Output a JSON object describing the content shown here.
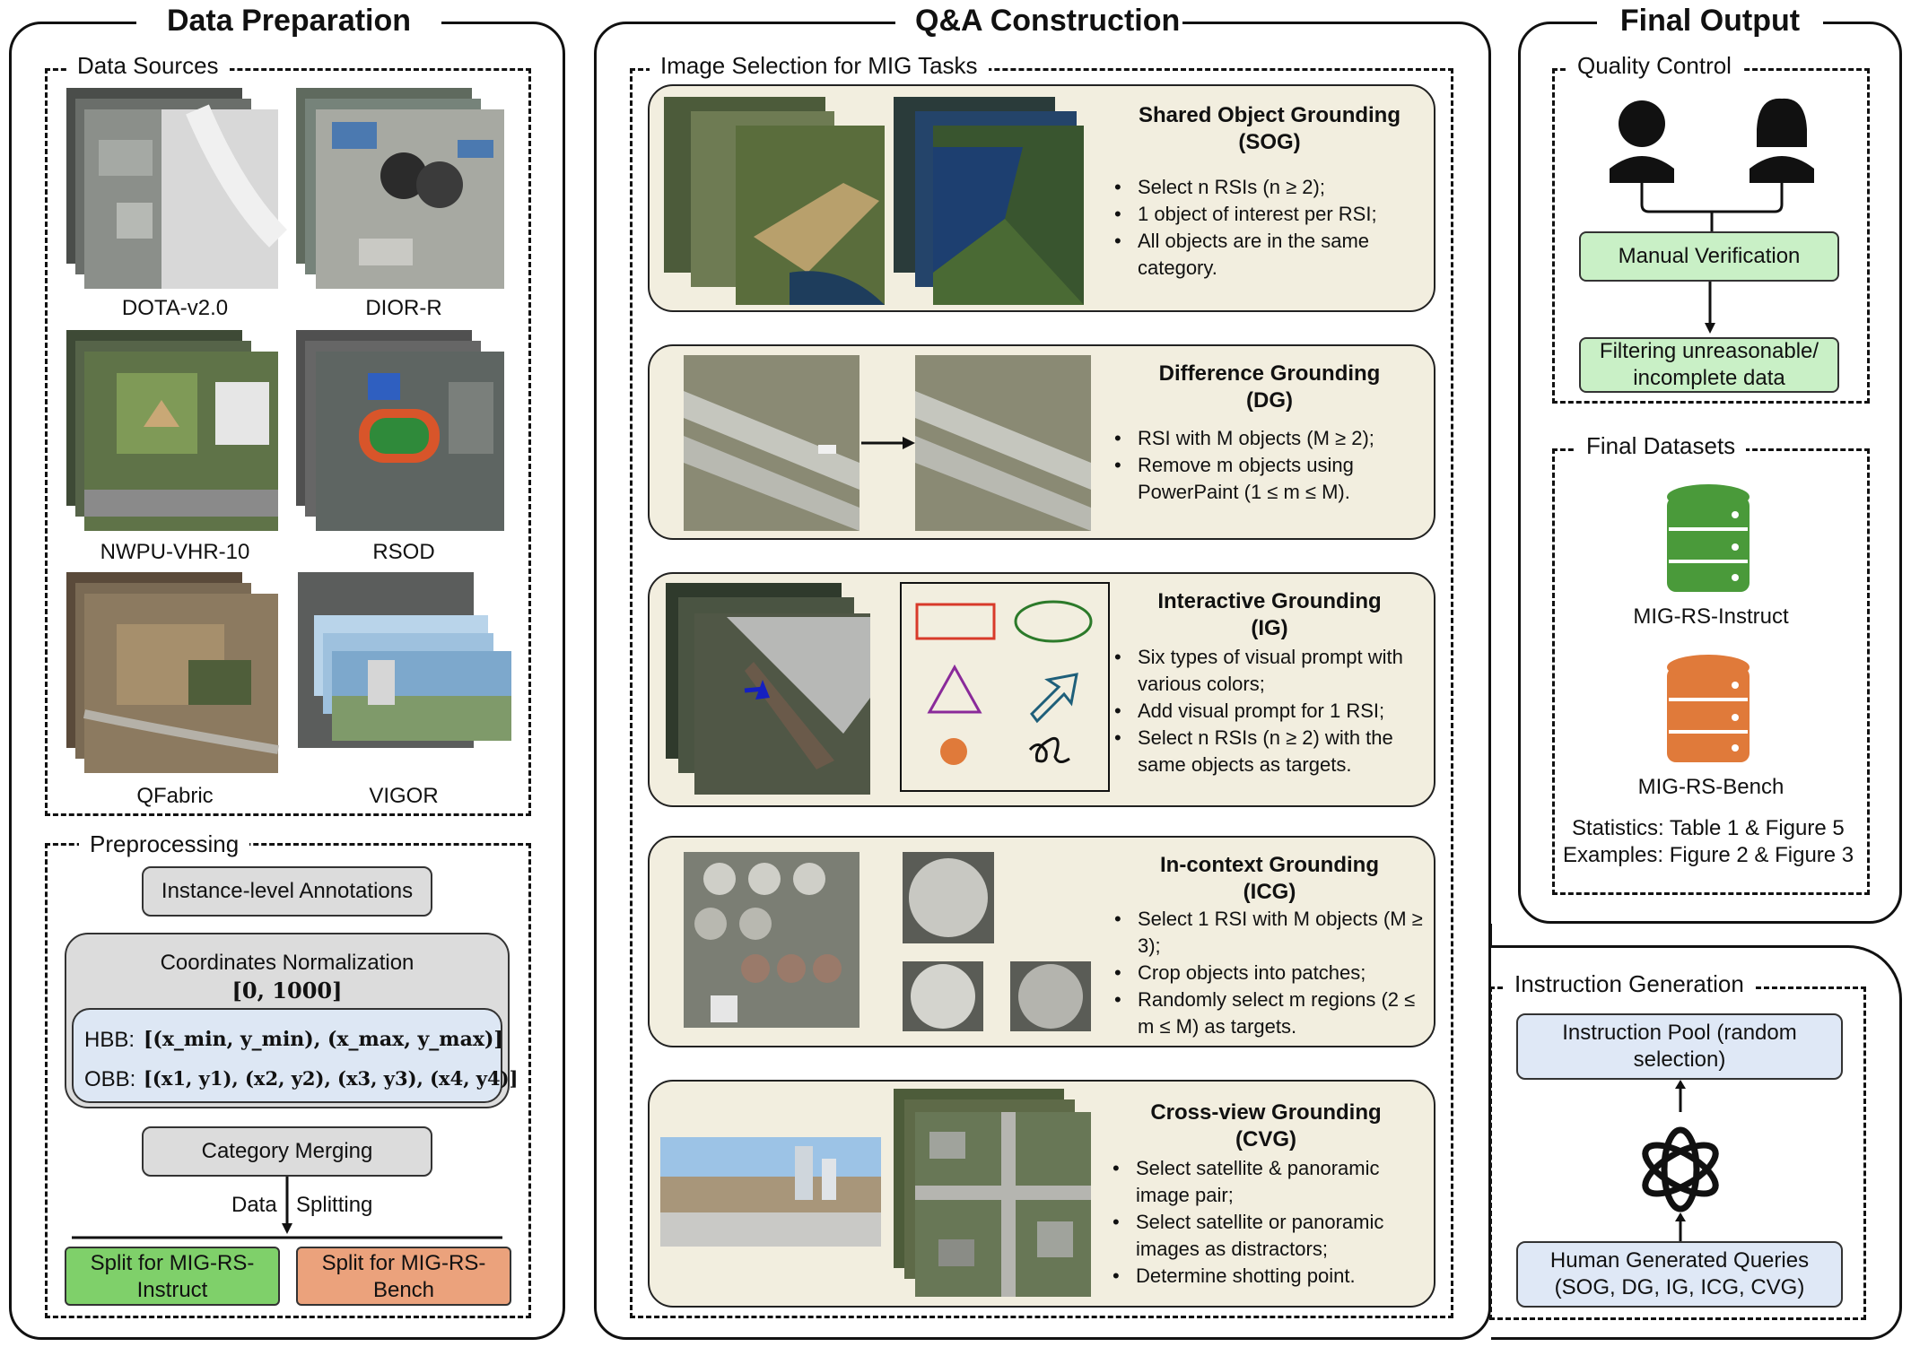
{
  "panels": {
    "data_preparation": "Data Preparation",
    "qa_construction": "Q&A Construction",
    "final_output": "Final Output"
  },
  "data_sources": {
    "title": "Data Sources",
    "items": [
      "DOTA-v2.0",
      "DIOR-R",
      "NWPU-VHR-10",
      "RSOD",
      "QFabric",
      "VIGOR"
    ]
  },
  "preprocessing": {
    "title": "Preprocessing",
    "instance_annotations": "Instance-level Annotations",
    "coord_norm": "Coordinates Normalization",
    "coord_range": "[0, 1000]",
    "hbb_label": "HBB:",
    "hbb_formula": "[(x_min, y_min), (x_max, y_max)]",
    "obb_label": "OBB:",
    "obb_formula": "[(x1, y1), (x2, y2), (x3, y3), (x4, y4)]",
    "category_merging": "Category Merging",
    "data_label": "Data",
    "splitting_label": "Splitting",
    "split_instruct": "Split for MIG-RS-Instruct",
    "split_bench": "Split for MIG-RS-Bench"
  },
  "qa": {
    "selection_title": "Image Selection for MIG Tasks",
    "tasks": [
      {
        "name": "Shared Object Grounding",
        "abbr": "(SOG)",
        "bullets": [
          "Select n RSIs (n ≥ 2);",
          "1 object of interest per RSI;",
          "All objects are in the same category."
        ]
      },
      {
        "name": "Difference Grounding",
        "abbr": "(DG)",
        "bullets": [
          "RSI with M objects (M ≥ 2);",
          "Remove m objects using PowerPaint (1 ≤ m ≤ M)."
        ]
      },
      {
        "name": "Interactive Grounding",
        "abbr": "(IG)",
        "bullets": [
          "Six types of visual prompt with various colors;",
          "Add visual prompt for 1 RSI;",
          "Select n RSIs (n ≥ 2) with the same objects as targets."
        ]
      },
      {
        "name": "In-context Grounding",
        "abbr": "(ICG)",
        "bullets": [
          "Select 1 RSI with M objects (M ≥ 3);",
          "Crop objects into patches;",
          "Randomly select m regions (2 ≤ m ≤ M) as targets."
        ]
      },
      {
        "name": "Cross-view Grounding",
        "abbr": "(CVG)",
        "bullets": [
          "Select satellite & panoramic image pair;",
          "Select satellite or panoramic images as distractors;",
          "Determine shotting point."
        ]
      }
    ]
  },
  "final": {
    "quality_title": "Quality Control",
    "manual_verification": "Manual Verification",
    "filtering": "Filtering unreasonable/ incomplete data",
    "datasets_title": "Final Datasets",
    "db1": "MIG-RS-Instruct",
    "db2": "MIG-RS-Bench",
    "stats": "Statistics: Table 1 & Figure 5",
    "examples": "Examples: Figure 2 & Figure 3",
    "db1_color": "#4a9a3a",
    "db2_color": "#e07a3a"
  },
  "instruction": {
    "title": "Instruction Generation",
    "pool": "Instruction Pool (random selection)",
    "queries": "Human Generated Queries (SOG, DG, IG, ICG, CVG)"
  }
}
